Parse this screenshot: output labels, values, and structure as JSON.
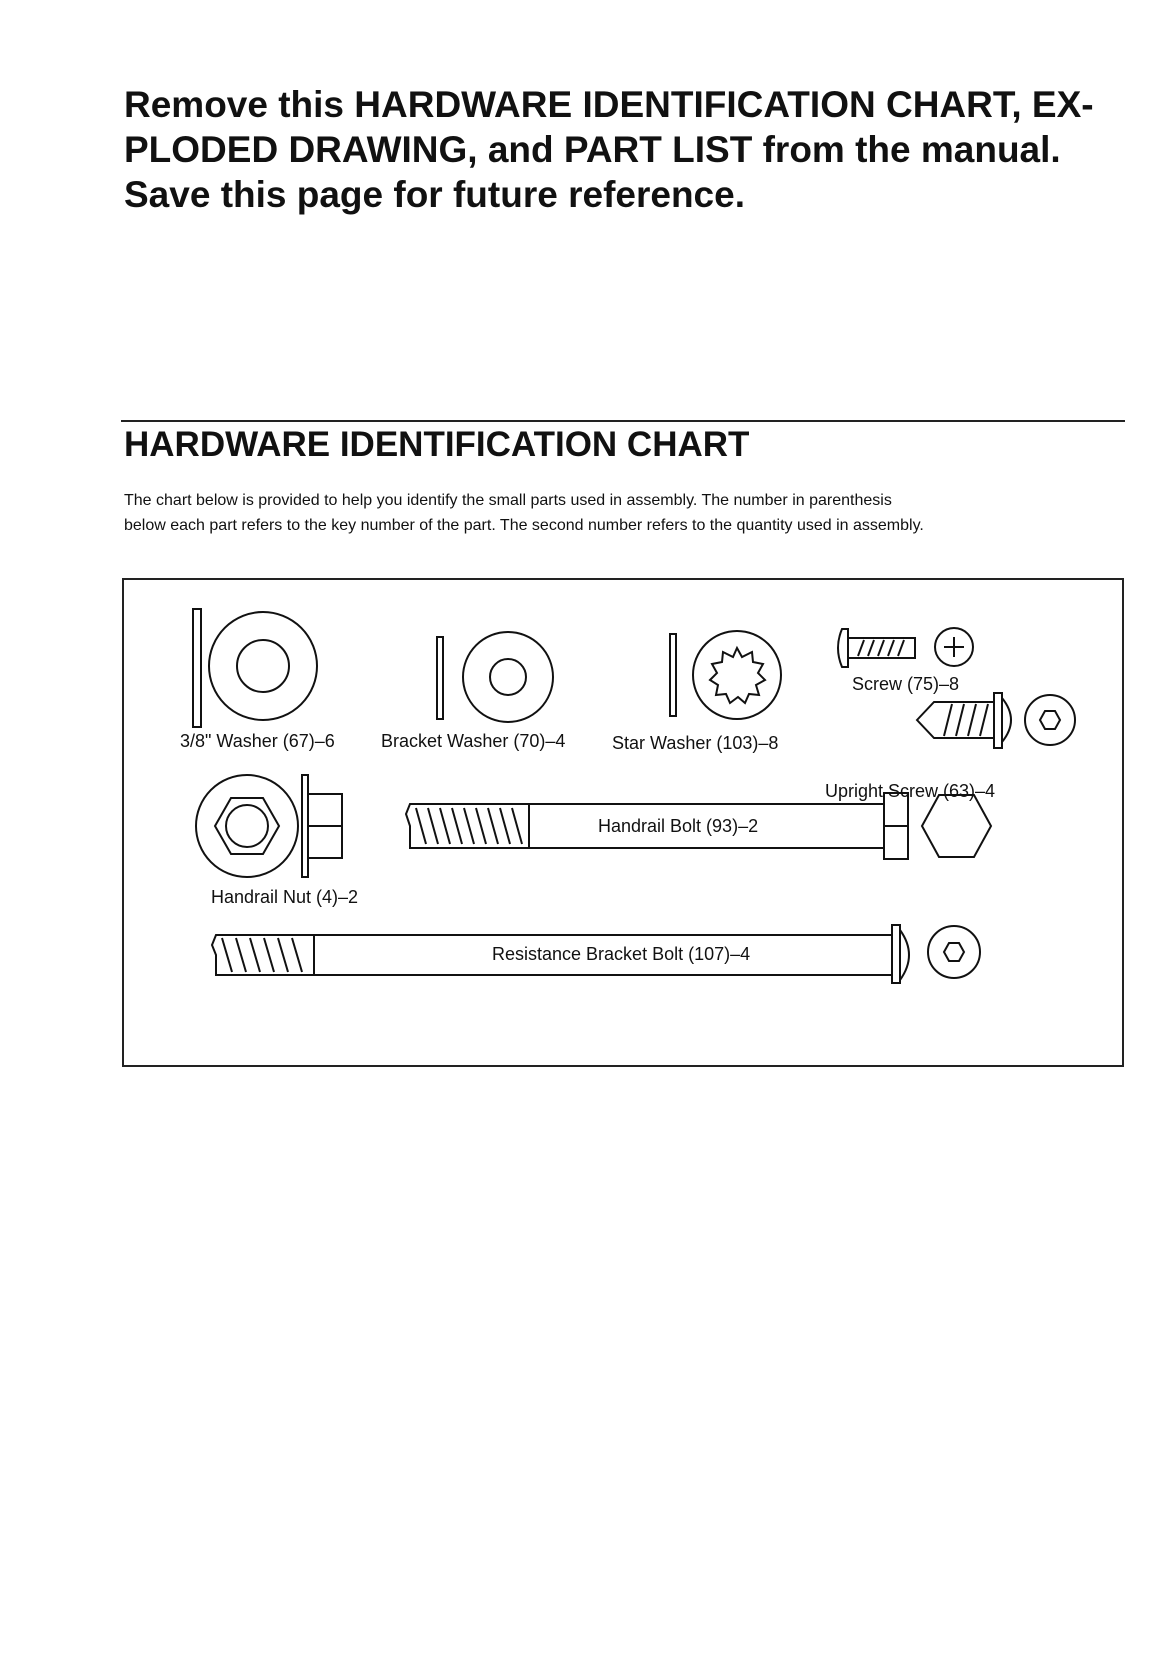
{
  "intro": {
    "line1": "Remove this HARDWARE IDENTIFICATION CHART, EX-",
    "line2": "PLODED DRAWING, and PART LIST from the manual.",
    "line3": "Save this page for future reference."
  },
  "chart": {
    "title": "HARDWARE IDENTIFICATION CHART",
    "description_line1": "The chart below is provided to help you identify the small parts used in assembly. The number in parenthesis",
    "description_line2": "below each part refers to the key number of the part. The second number refers to the quantity used in assembly.",
    "parts": {
      "washer_38": "3/8\" Washer (67)–6",
      "bracket_washer": "Bracket Washer (70)–4",
      "star_washer": "Star Washer (103)–8",
      "screw": "Screw (75)–8",
      "upright_screw": "Upright Screw (63)–4",
      "handrail_nut": "Handrail Nut (4)–2",
      "handrail_bolt": "Handrail Bolt (93)–2",
      "resistance_bracket_bolt": "Resistance Bracket Bolt (107)–4"
    }
  }
}
